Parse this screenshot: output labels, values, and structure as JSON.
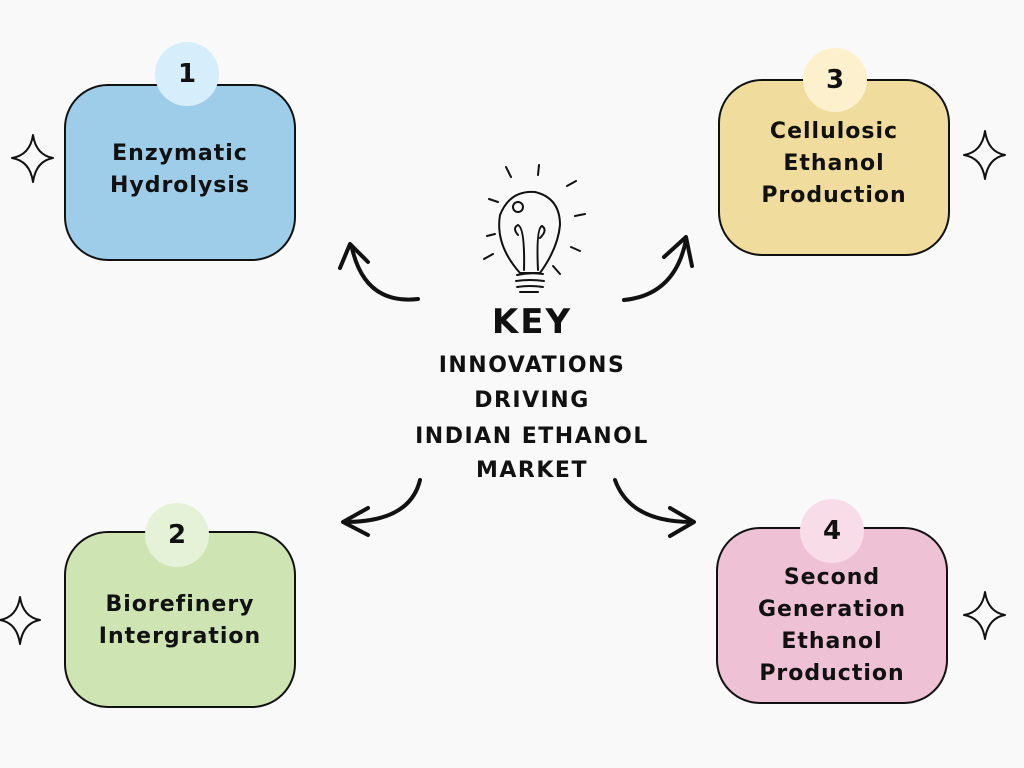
{
  "title": {
    "key": "KEY",
    "lines": [
      "INNOVATIONS",
      "DRIVING",
      "INDIAN ETHANOL",
      "MARKET"
    ]
  },
  "cards": [
    {
      "number": "1",
      "label": "Enzymatic\nHydrolysis",
      "color": "#9ecde9",
      "badge_color": "#d6eefb"
    },
    {
      "number": "2",
      "label": "Biorefinery\nIntergration",
      "color": "#cfe4b3",
      "badge_color": "#e6f2d8"
    },
    {
      "number": "3",
      "label": "Cellulosic\nEthanol\nProduction",
      "color": "#f0dc9c",
      "badge_color": "#fdf0cd"
    },
    {
      "number": "4",
      "label": "Second\nGeneration\nEthanol\nProduction",
      "color": "#efc1d4",
      "badge_color": "#f8dde8"
    }
  ],
  "icons": [
    "lightbulb-icon",
    "sparkle-icon",
    "curved-arrow-icon"
  ]
}
